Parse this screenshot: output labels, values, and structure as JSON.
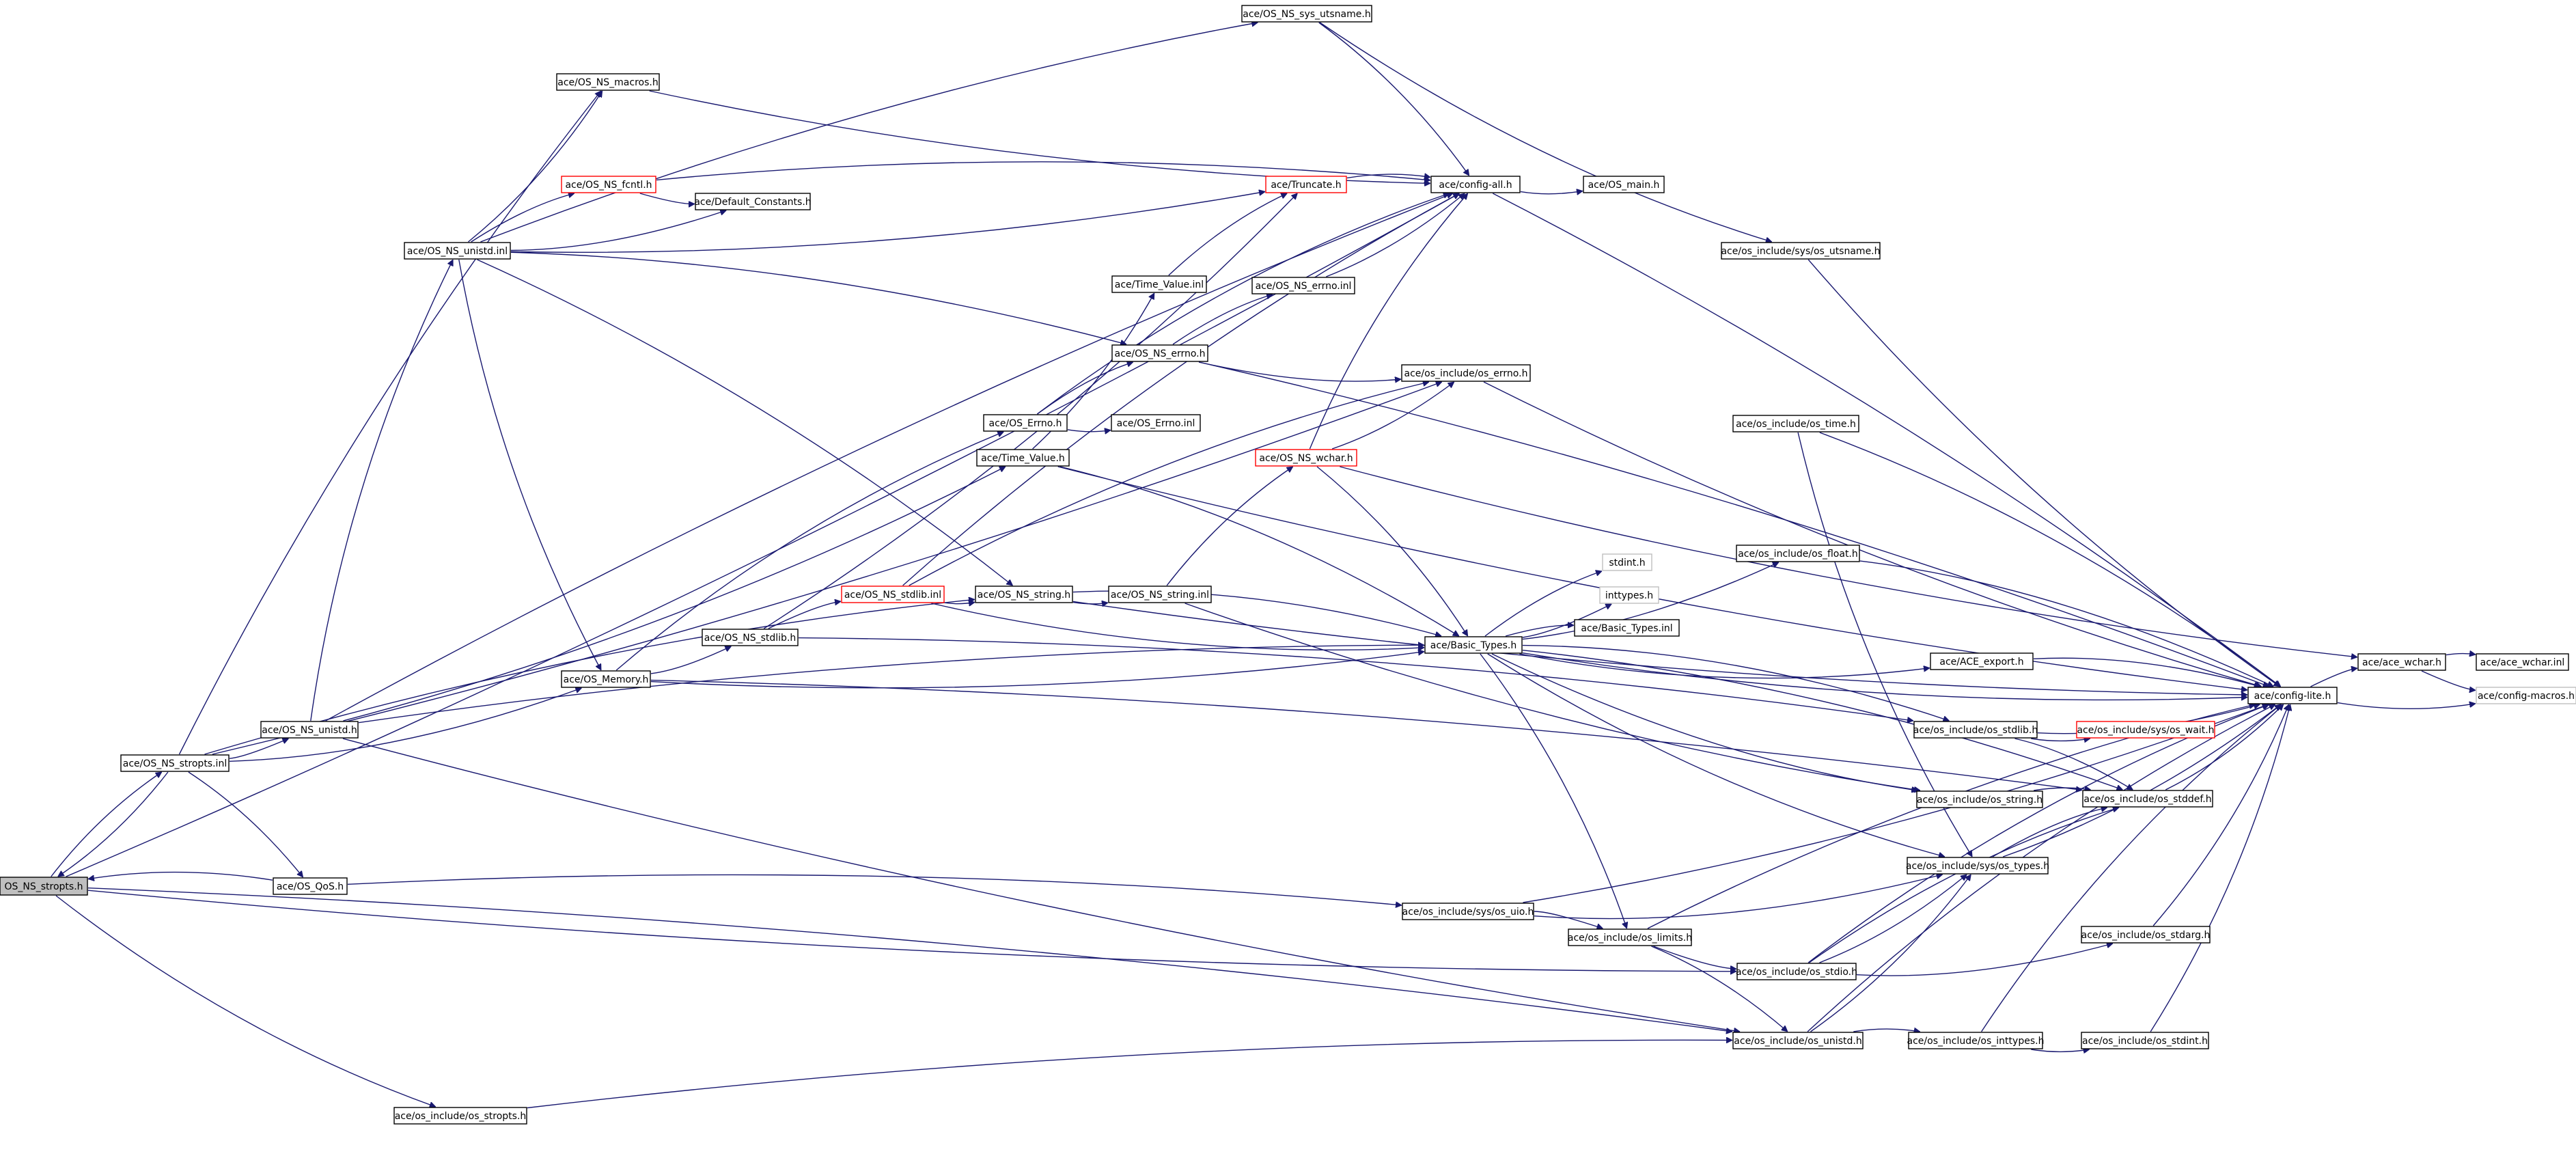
{
  "diagram": {
    "colors": {
      "edge": "#191970",
      "node_border": "#000000",
      "current_fill": "#bfbfbf",
      "truncated_border": "#ff0000",
      "missing_border": "#bfbfbf"
    },
    "nodes": [
      {
        "id": "strOpts",
        "label": "OS_NS_stropts.h",
        "kind": "current"
      },
      {
        "id": "macros",
        "label": "ace/OS_NS_macros.h",
        "kind": "normal"
      },
      {
        "id": "utsname",
        "label": "ace/OS_NS_sys_utsname.h",
        "kind": "normal"
      },
      {
        "id": "fcntl",
        "label": "ace/OS_NS_fcntl.h",
        "kind": "truncated"
      },
      {
        "id": "defconst",
        "label": "ace/Default_Constants.h",
        "kind": "normal"
      },
      {
        "id": "unistdInl",
        "label": "ace/OS_NS_unistd.inl",
        "kind": "normal"
      },
      {
        "id": "truncate",
        "label": "ace/Truncate.h",
        "kind": "truncated"
      },
      {
        "id": "configAll",
        "label": "ace/config-all.h",
        "kind": "normal"
      },
      {
        "id": "osmain",
        "label": "ace/OS_main.h",
        "kind": "normal"
      },
      {
        "id": "sysUtsname",
        "label": "ace/os_include/sys/os_utsname.h",
        "kind": "normal"
      },
      {
        "id": "timeValueInl",
        "label": "ace/Time_Value.inl",
        "kind": "normal"
      },
      {
        "id": "errnoInl",
        "label": "ace/OS_NS_errno.inl",
        "kind": "normal"
      },
      {
        "id": "errnoH",
        "label": "ace/OS_NS_errno.h",
        "kind": "normal"
      },
      {
        "id": "osErrno",
        "label": "ace/os_include/os_errno.h",
        "kind": "normal"
      },
      {
        "id": "OSErrno",
        "label": "ace/OS_Errno.h",
        "kind": "normal"
      },
      {
        "id": "OSErrnoInl",
        "label": "ace/OS_Errno.inl",
        "kind": "normal"
      },
      {
        "id": "timeValue",
        "label": "ace/Time_Value.h",
        "kind": "normal"
      },
      {
        "id": "wchar",
        "label": "ace/OS_NS_wchar.h",
        "kind": "truncated"
      },
      {
        "id": "osTime",
        "label": "ace/os_include/os_time.h",
        "kind": "normal"
      },
      {
        "id": "osFloat",
        "label": "ace/os_include/os_float.h",
        "kind": "normal"
      },
      {
        "id": "stdintH",
        "label": "stdint.h",
        "kind": "missing"
      },
      {
        "id": "inttypesH",
        "label": "inttypes.h",
        "kind": "missing"
      },
      {
        "id": "basicTypesInl",
        "label": "ace/Basic_Types.inl",
        "kind": "normal"
      },
      {
        "id": "stdlibInl",
        "label": "ace/OS_NS_stdlib.inl",
        "kind": "truncated"
      },
      {
        "id": "stringH",
        "label": "ace/OS_NS_string.h",
        "kind": "normal"
      },
      {
        "id": "stringInl",
        "label": "ace/OS_NS_string.inl",
        "kind": "normal"
      },
      {
        "id": "stdlibH",
        "label": "ace/OS_NS_stdlib.h",
        "kind": "normal"
      },
      {
        "id": "basicTypes",
        "label": "ace/Basic_Types.h",
        "kind": "normal"
      },
      {
        "id": "aceExport",
        "label": "ace/ACE_export.h",
        "kind": "normal"
      },
      {
        "id": "memory",
        "label": "ace/OS_Memory.h",
        "kind": "normal"
      },
      {
        "id": "unistdH",
        "label": "ace/OS_NS_unistd.h",
        "kind": "normal"
      },
      {
        "id": "osStdlib",
        "label": "ace/os_include/os_stdlib.h",
        "kind": "normal"
      },
      {
        "id": "sysWait",
        "label": "ace/os_include/sys/os_wait.h",
        "kind": "truncated"
      },
      {
        "id": "stroptsInl",
        "label": "ace/OS_NS_stropts.inl",
        "kind": "normal"
      },
      {
        "id": "osString",
        "label": "ace/os_include/os_string.h",
        "kind": "normal"
      },
      {
        "id": "osStddef",
        "label": "ace/os_include/os_stddef.h",
        "kind": "normal"
      },
      {
        "id": "configLite",
        "label": "ace/config-lite.h",
        "kind": "normal"
      },
      {
        "id": "aceWchar",
        "label": "ace/ace_wchar.h",
        "kind": "normal"
      },
      {
        "id": "aceWcharInl",
        "label": "ace/ace_wchar.inl",
        "kind": "normal"
      },
      {
        "id": "configMacros",
        "label": "ace/config-macros.h",
        "kind": "missing"
      },
      {
        "id": "sysTypes",
        "label": "ace/os_include/sys/os_types.h",
        "kind": "normal"
      },
      {
        "id": "qos",
        "label": "ace/OS_QoS.h",
        "kind": "normal"
      },
      {
        "id": "sysUio",
        "label": "ace/os_include/sys/os_uio.h",
        "kind": "normal"
      },
      {
        "id": "osLimits",
        "label": "ace/os_include/os_limits.h",
        "kind": "normal"
      },
      {
        "id": "osStdarg",
        "label": "ace/os_include/os_stdarg.h",
        "kind": "normal"
      },
      {
        "id": "osStdio",
        "label": "ace/os_include/os_stdio.h",
        "kind": "normal"
      },
      {
        "id": "osUnistd",
        "label": "ace/os_include/os_unistd.h",
        "kind": "normal"
      },
      {
        "id": "osInttypes",
        "label": "ace/os_include/os_inttypes.h",
        "kind": "normal"
      },
      {
        "id": "osStdint",
        "label": "ace/os_include/os_stdint.h",
        "kind": "normal"
      },
      {
        "id": "osStropts",
        "label": "ace/os_include/os_stropts.h",
        "kind": "normal"
      }
    ],
    "edges": [
      [
        "qos",
        "strOpts"
      ],
      [
        "stroptsInl",
        "strOpts"
      ],
      [
        "strOpts",
        "configAll"
      ],
      [
        "strOpts",
        "stroptsInl"
      ],
      [
        "strOpts",
        "osStdio"
      ],
      [
        "strOpts",
        "osUnistd"
      ],
      [
        "strOpts",
        "osStropts"
      ],
      [
        "stroptsInl",
        "macros"
      ],
      [
        "stroptsInl",
        "unistdH"
      ],
      [
        "stroptsInl",
        "qos"
      ],
      [
        "stroptsInl",
        "memory"
      ],
      [
        "stroptsInl",
        "stringH"
      ],
      [
        "stroptsInl",
        "osErrno"
      ],
      [
        "unistdH",
        "unistdInl"
      ],
      [
        "unistdH",
        "timeValue"
      ],
      [
        "unistdH",
        "basicTypes"
      ],
      [
        "unistdH",
        "osUnistd"
      ],
      [
        "unistdH",
        "configAll"
      ],
      [
        "unistdInl",
        "macros"
      ],
      [
        "unistdInl",
        "fcntl"
      ],
      [
        "unistdInl",
        "defconst"
      ],
      [
        "unistdInl",
        "utsname"
      ],
      [
        "unistdInl",
        "truncate"
      ],
      [
        "unistdInl",
        "errnoH"
      ],
      [
        "unistdInl",
        "memory"
      ],
      [
        "unistdInl",
        "stringH"
      ],
      [
        "macros",
        "configAll"
      ],
      [
        "utsname",
        "configAll"
      ],
      [
        "utsname",
        "sysUtsname"
      ],
      [
        "fcntl",
        "configAll"
      ],
      [
        "fcntl",
        "defconst"
      ],
      [
        "truncate",
        "configAll"
      ],
      [
        "configAll",
        "osmain"
      ],
      [
        "configAll",
        "configLite"
      ],
      [
        "sysUtsname",
        "configLite"
      ],
      [
        "timeValueInl",
        "truncate"
      ],
      [
        "errnoInl",
        "configAll"
      ],
      [
        "errnoH",
        "errnoInl"
      ],
      [
        "errnoH",
        "osErrno"
      ],
      [
        "errnoH",
        "configLite"
      ],
      [
        "osErrno",
        "configLite"
      ],
      [
        "OSErrno",
        "errnoH"
      ],
      [
        "OSErrno",
        "OSErrnoInl"
      ],
      [
        "OSErrno",
        "configAll"
      ],
      [
        "timeValue",
        "timeValueInl"
      ],
      [
        "timeValue",
        "basicTypes"
      ],
      [
        "timeValue",
        "configLite"
      ],
      [
        "wchar",
        "configAll"
      ],
      [
        "wchar",
        "osErrno"
      ],
      [
        "wchar",
        "basicTypes"
      ],
      [
        "wchar",
        "aceWchar"
      ],
      [
        "osTime",
        "configLite"
      ],
      [
        "osTime",
        "sysTypes"
      ],
      [
        "osFloat",
        "configLite"
      ],
      [
        "stdlibInl",
        "stringH"
      ],
      [
        "stdlibInl",
        "configAll"
      ],
      [
        "stdlibInl",
        "basicTypes"
      ],
      [
        "stdlibInl",
        "osErrno"
      ],
      [
        "stringH",
        "stringInl"
      ],
      [
        "stringH",
        "basicTypes"
      ],
      [
        "stringH",
        "configLite"
      ],
      [
        "stringInl",
        "wchar"
      ],
      [
        "stringInl",
        "osString"
      ],
      [
        "stdlibH",
        "stdlibInl"
      ],
      [
        "stdlibH",
        "truncate"
      ],
      [
        "stdlibH",
        "osStdlib"
      ],
      [
        "memory",
        "stdlibH"
      ],
      [
        "memory",
        "OSErrno"
      ],
      [
        "memory",
        "basicTypes"
      ],
      [
        "memory",
        "osStddef"
      ],
      [
        "basicTypes",
        "osFloat"
      ],
      [
        "basicTypes",
        "stdintH"
      ],
      [
        "basicTypes",
        "inttypesH"
      ],
      [
        "basicTypes",
        "basicTypesInl"
      ],
      [
        "basicTypes",
        "aceExport"
      ],
      [
        "basicTypes",
        "osStdlib"
      ],
      [
        "basicTypes",
        "osString"
      ],
      [
        "basicTypes",
        "osStddef"
      ],
      [
        "basicTypes",
        "sysTypes"
      ],
      [
        "basicTypes",
        "osLimits"
      ],
      [
        "basicTypes",
        "configLite"
      ],
      [
        "aceExport",
        "configLite"
      ],
      [
        "osStdlib",
        "sysWait"
      ],
      [
        "osStdlib",
        "osStddef"
      ],
      [
        "osStdlib",
        "configLite"
      ],
      [
        "osString",
        "osStddef"
      ],
      [
        "osStddef",
        "configLite"
      ],
      [
        "configLite",
        "aceWchar"
      ],
      [
        "configLite",
        "configMacros"
      ],
      [
        "aceWchar",
        "aceWcharInl"
      ],
      [
        "aceWchar",
        "configMacros"
      ],
      [
        "sysTypes",
        "osStddef"
      ],
      [
        "sysTypes",
        "configLite"
      ],
      [
        "qos",
        "sysUio"
      ],
      [
        "sysUio",
        "sysTypes"
      ],
      [
        "sysUio",
        "osLimits"
      ],
      [
        "sysUio",
        "configLite"
      ],
      [
        "osLimits",
        "osUnistd"
      ],
      [
        "osLimits",
        "osStdio"
      ],
      [
        "osLimits",
        "configLite"
      ],
      [
        "osStdio",
        "osStdarg"
      ],
      [
        "osStdio",
        "osStddef"
      ],
      [
        "osStdio",
        "sysTypes"
      ],
      [
        "osStdio",
        "configLite"
      ],
      [
        "osStdarg",
        "configLite"
      ],
      [
        "osUnistd",
        "osInttypes"
      ],
      [
        "osUnistd",
        "sysTypes"
      ],
      [
        "osUnistd",
        "configLite"
      ],
      [
        "osInttypes",
        "osStdint"
      ],
      [
        "osInttypes",
        "configLite"
      ],
      [
        "osStdint",
        "configLite"
      ],
      [
        "osStropts",
        "osUnistd"
      ]
    ]
  }
}
